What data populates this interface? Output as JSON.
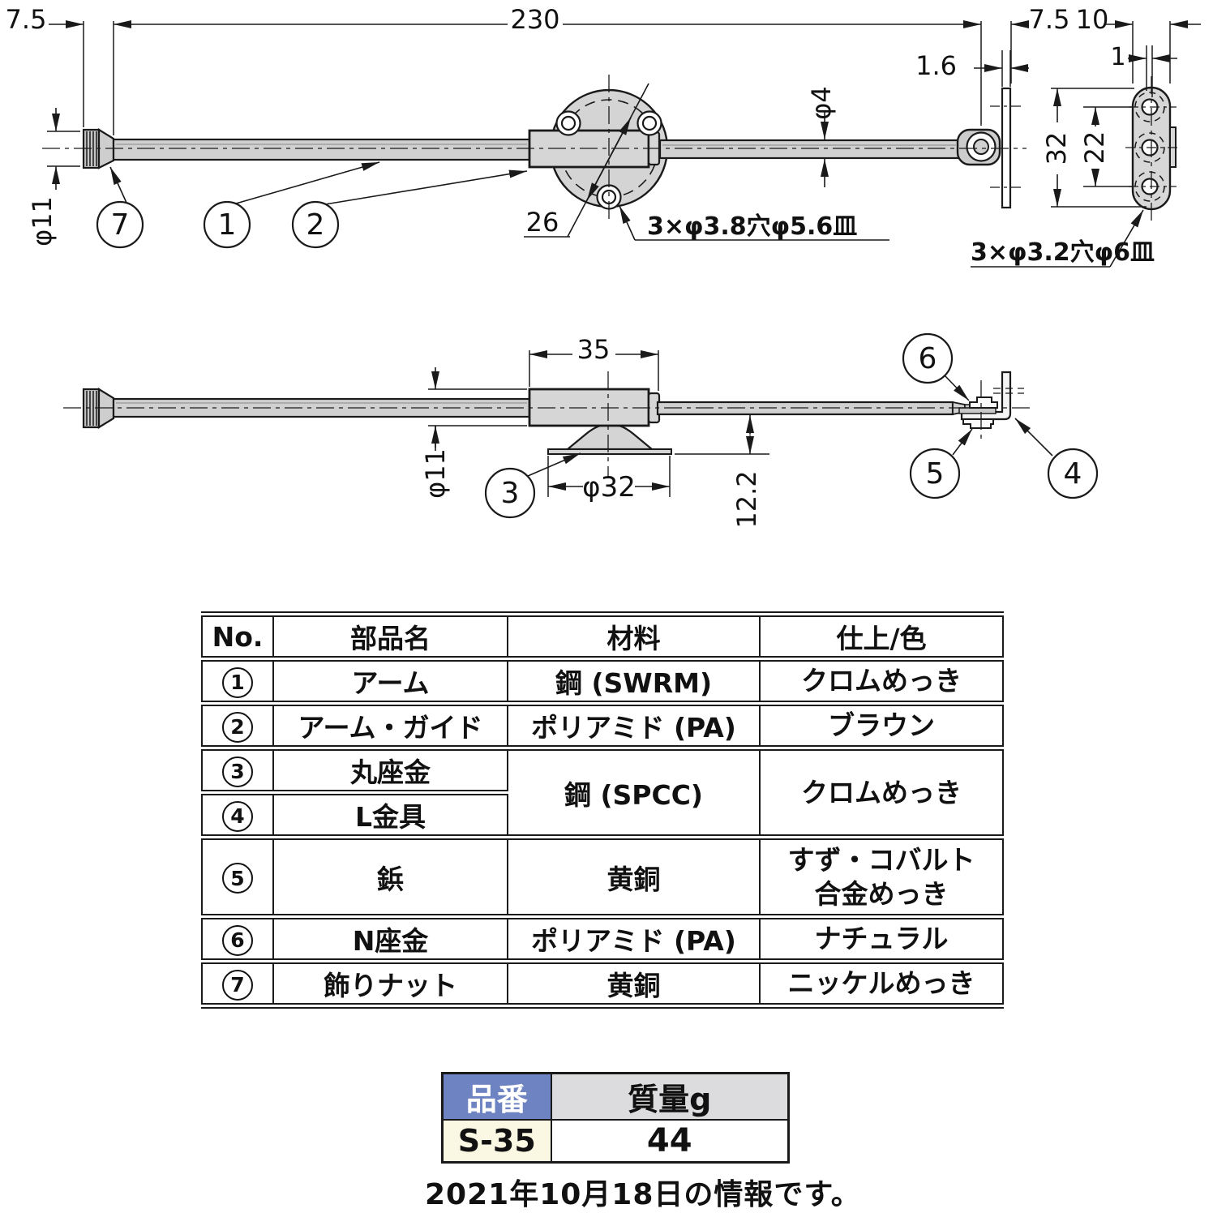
{
  "drawing": {
    "line_color": "#1a1a1a",
    "metal_fill": "#d4d4d4",
    "dims": {
      "nut_offset": "7.5",
      "total_length": "230",
      "pivot_to_surface": "7.5",
      "plate_width": "10",
      "bracket_thickness": "1.6",
      "hole_offset": "1",
      "rod_dia": "φ4",
      "nut_dia": "φ11",
      "bolt_circle": "26",
      "guide_holes_note": "3×φ3.8穴φ5.6皿",
      "plate_length": "32",
      "plate_hole_pitch": "22",
      "plate_holes_note": "3×φ3.2穴φ6皿",
      "slider_length": "35",
      "guide_dia": "φ11",
      "washer_dia": "φ32",
      "mount_height": "12.2"
    },
    "callouts": {
      "arm": "1",
      "arm_guide": "2",
      "round_washer": "3",
      "l_bracket": "4",
      "rivet": "5",
      "n_washer": "6",
      "decorative_nut": "7"
    }
  },
  "parts_table": {
    "headers": {
      "no": "No.",
      "name": "部品名",
      "material": "材料",
      "finish": "仕上/色"
    },
    "rows": [
      {
        "no": "1",
        "name": "アーム",
        "material": "鋼 (SWRM)",
        "finish": "クロムめっき"
      },
      {
        "no": "2",
        "name": "アーム・ガイド",
        "material": "ポリアミド (PA)",
        "finish": "ブラウン"
      },
      {
        "no": "3",
        "name": "丸座金",
        "material": "鋼 (SPCC)",
        "finish": "クロムめっき"
      },
      {
        "no": "4",
        "name": "L金具"
      },
      {
        "no": "5",
        "name": "鋲",
        "material": "黄銅",
        "finish": "すず・コバルト\n合金めっき"
      },
      {
        "no": "6",
        "name": "N座金",
        "material": "ポリアミド (PA)",
        "finish": "ナチュラル"
      },
      {
        "no": "7",
        "name": "飾りナット",
        "material": "黄銅",
        "finish": "ニッケルめっき"
      }
    ]
  },
  "spec_table": {
    "headers": {
      "part_no": "品番",
      "mass": "質量g"
    },
    "row": {
      "part_no": "S-35",
      "mass": "44"
    },
    "colors": {
      "part_no_header_bg": "#6e83c2",
      "part_no_header_text": "#ffffff",
      "mass_header_bg": "#dcdcde",
      "part_no_cell_bg": "#faf7e2"
    }
  },
  "footer_note": "2021年10月18日の情報です。"
}
